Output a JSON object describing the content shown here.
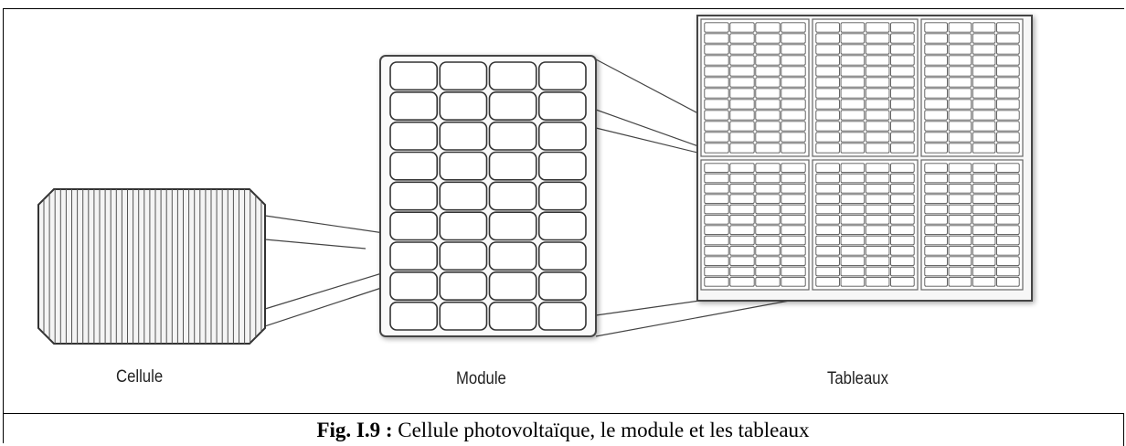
{
  "labels": {
    "cellule": "Cellule",
    "module": "Module",
    "tableaux": "Tableaux"
  },
  "caption": {
    "prefix": "Fig. I.9 :",
    "text": " Cellule photovoltaïque, le module et les tableaux"
  }
}
